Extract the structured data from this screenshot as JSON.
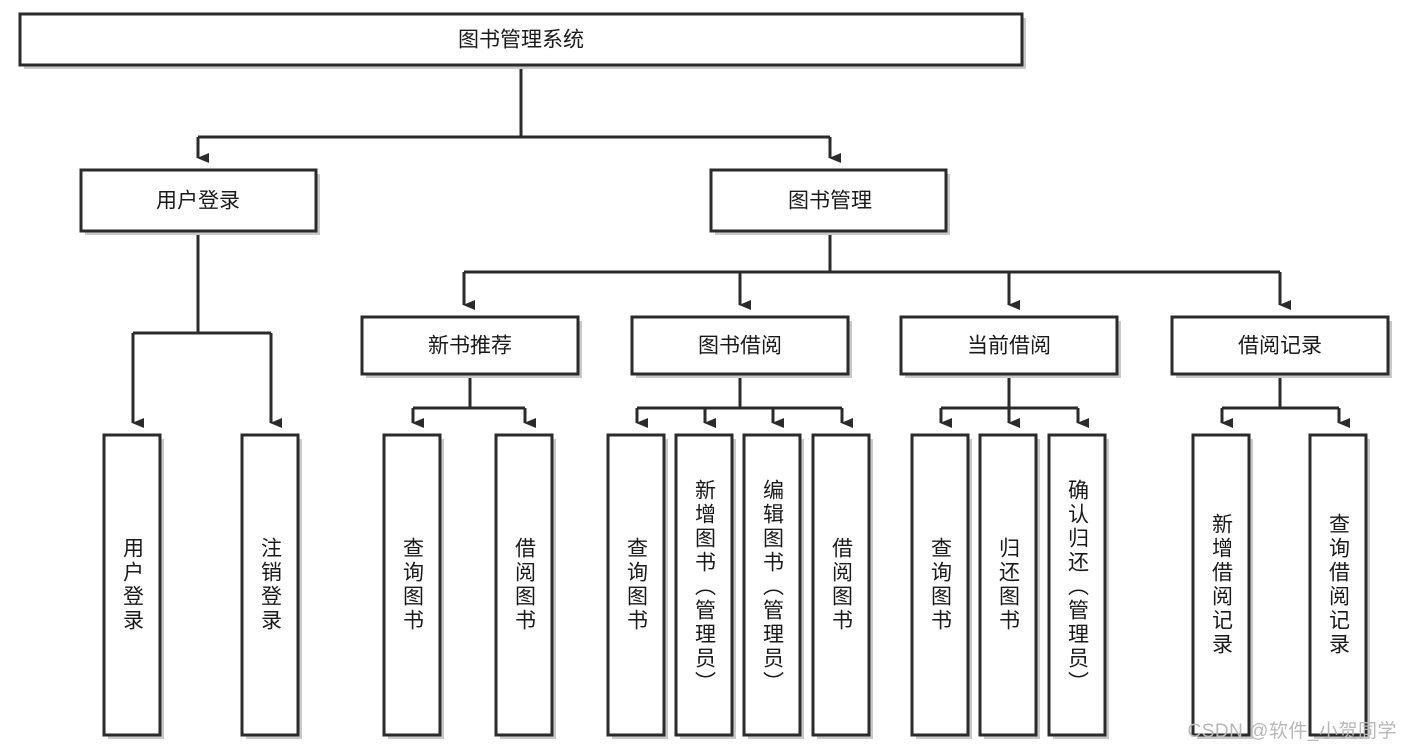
{
  "diagram": {
    "type": "hierarchy-tree",
    "title": "图书管理系统",
    "watermark": "CSDN @软件_小贺同学",
    "colors": {
      "stroke": "#2b2b2b",
      "fill": "#ffffff",
      "shadow": "#c9c9c9",
      "text": "#1a1a1a",
      "watermark": "#b8b8b8"
    },
    "levels": {
      "level1": [
        {
          "id": "root",
          "label": "图书管理系统"
        }
      ],
      "level2": [
        {
          "id": "user-login",
          "label": "用户登录",
          "parent": "root"
        },
        {
          "id": "book-manage",
          "label": "图书管理",
          "parent": "root"
        }
      ],
      "level3": [
        {
          "id": "new-book-rec",
          "label": "新书推荐",
          "parent": "book-manage"
        },
        {
          "id": "book-borrow",
          "label": "图书借阅",
          "parent": "book-manage"
        },
        {
          "id": "current-borrow",
          "label": "当前借阅",
          "parent": "book-manage"
        },
        {
          "id": "borrow-record",
          "label": "借阅记录",
          "parent": "book-manage"
        }
      ],
      "leaves": [
        {
          "id": "leaf-user-login",
          "label": "用户登录",
          "parent": "user-login"
        },
        {
          "id": "leaf-user-logout",
          "label": "注销登录",
          "parent": "user-login"
        },
        {
          "id": "leaf-query-book-1",
          "label": "查询图书",
          "parent": "new-book-rec"
        },
        {
          "id": "leaf-borrow-book-1",
          "label": "借阅图书",
          "parent": "new-book-rec"
        },
        {
          "id": "leaf-query-book-2",
          "label": "查询图书",
          "parent": "book-borrow"
        },
        {
          "id": "leaf-add-book",
          "label": "新增图书（管理员）",
          "parent": "book-borrow"
        },
        {
          "id": "leaf-edit-book",
          "label": "编辑图书（管理员）",
          "parent": "book-borrow"
        },
        {
          "id": "leaf-borrow-book-2",
          "label": "借阅图书",
          "parent": "book-borrow"
        },
        {
          "id": "leaf-query-book-3",
          "label": "查询图书",
          "parent": "current-borrow"
        },
        {
          "id": "leaf-return-book",
          "label": "归还图书",
          "parent": "current-borrow"
        },
        {
          "id": "leaf-confirm-return",
          "label": "确认归还（管理员）",
          "parent": "current-borrow"
        },
        {
          "id": "leaf-add-record",
          "label": "新增借阅记录",
          "parent": "borrow-record"
        },
        {
          "id": "leaf-query-record",
          "label": "查询借阅记录",
          "parent": "borrow-record"
        }
      ]
    }
  }
}
